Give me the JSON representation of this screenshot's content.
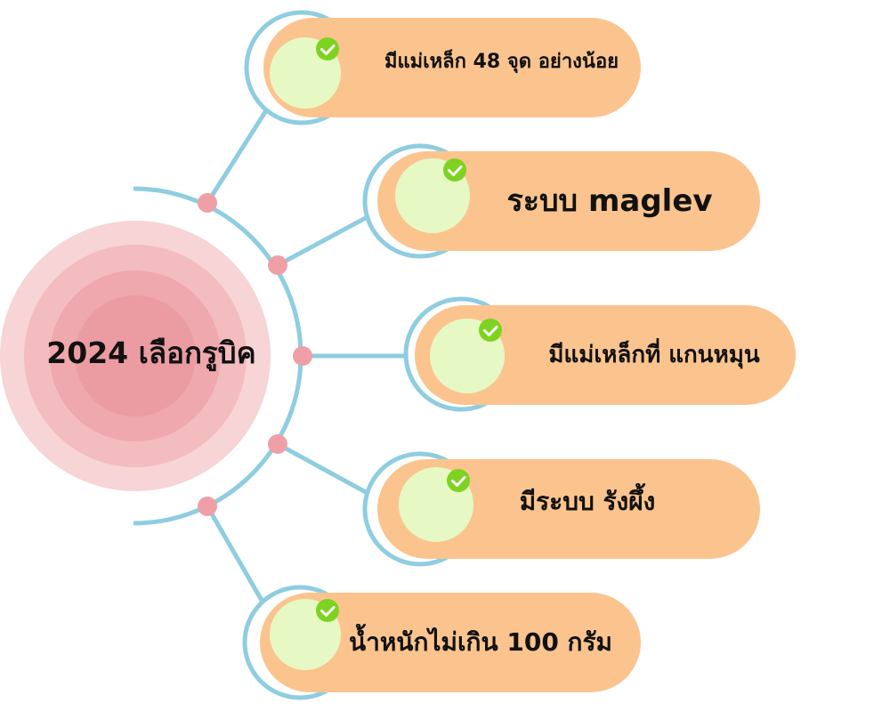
{
  "center": {
    "title": "2024 เลือกรูบิค"
  },
  "items": [
    {
      "label": "มีแม่เหล็ก 48 จุด อย่างน้อย"
    },
    {
      "label": "ระบบ maglev"
    },
    {
      "label": "มีแม่เหล็กที่ แกนหมุน"
    },
    {
      "label": "มีระบบ รังผึ้ง"
    },
    {
      "label": "น้ำหนักไม่เกิน 100 กรัม"
    }
  ],
  "colors": {
    "pill": "#fbc48e",
    "pill_ring": "#8fcde0",
    "bubble": "#e6f9c4",
    "check": "#7ed321",
    "connector": "#8fcde0",
    "dot": "#eea0a6",
    "center_outer": "#f7d4d6",
    "center_mid": "#f3bcbf",
    "center_inner": "#efa8ad",
    "center_core": "#eb9ca2"
  },
  "icons": {
    "check": "check-icon"
  }
}
